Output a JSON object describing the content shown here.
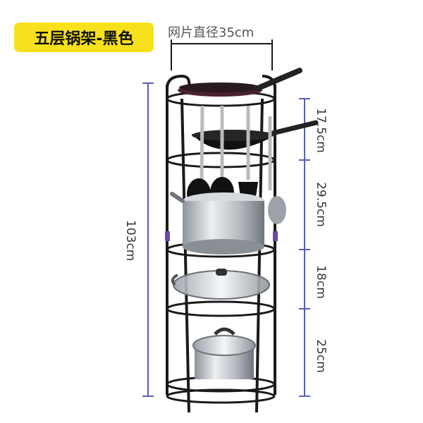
{
  "title": "五层锅架-黑色",
  "mesh_diameter_label": "网片直径35cm",
  "height_label": "103cm",
  "tier_heights": [
    "17.5cm",
    "29.5cm",
    "18cm",
    "25cm"
  ],
  "colors": {
    "badge": "#f7e11c",
    "dimension_line": "#5a5fb8",
    "rack": "#1a1a1a",
    "steel": "#c9ccd1"
  }
}
